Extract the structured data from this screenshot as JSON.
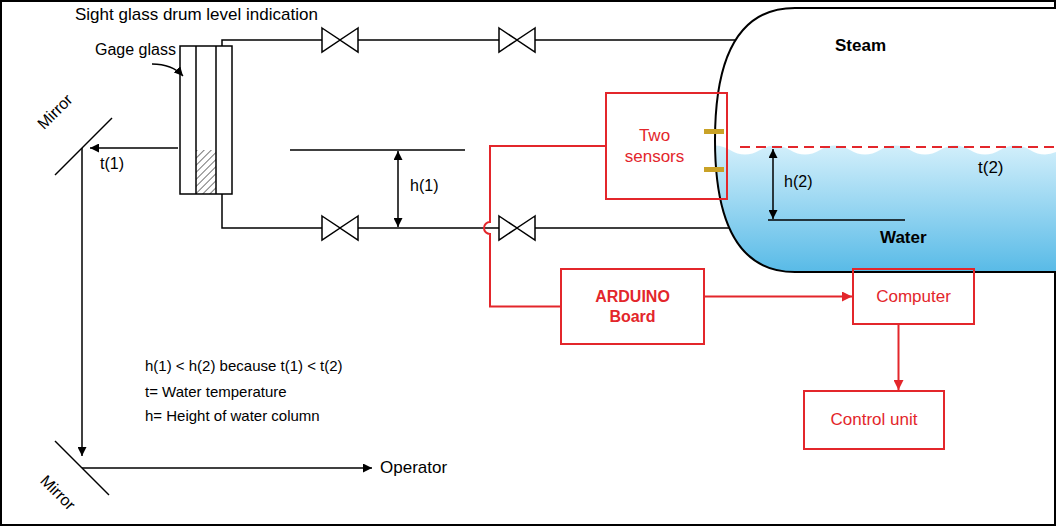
{
  "diagram": {
    "title": "Sight glass drum level indication",
    "nodes": [
      {
        "text": [
          "Two sensors"
        ]
      },
      {
        "text": [
          "ARDUINO Board"
        ]
      },
      {
        "text": [
          "Computer"
        ]
      },
      {
        "text": [
          "Control unit"
        ]
      }
    ],
    "edges": [
      {
        "from": 0,
        "to": 1,
        "arrow": "none"
      },
      {
        "from": 1,
        "to": 2,
        "arrow": "to"
      },
      {
        "from": 2,
        "to": 3,
        "arrow": "to"
      }
    ],
    "labels": [
      "Gage glass",
      "Mirror",
      "t(1)",
      "h(1)",
      "Steam",
      "h(2)",
      "t(2)",
      "Water",
      "h(1) < h(2) because t(1) < t(2)",
      "t= Water temperature",
      "h= Height of water column",
      "Mirror",
      "Operator"
    ]
  }
}
